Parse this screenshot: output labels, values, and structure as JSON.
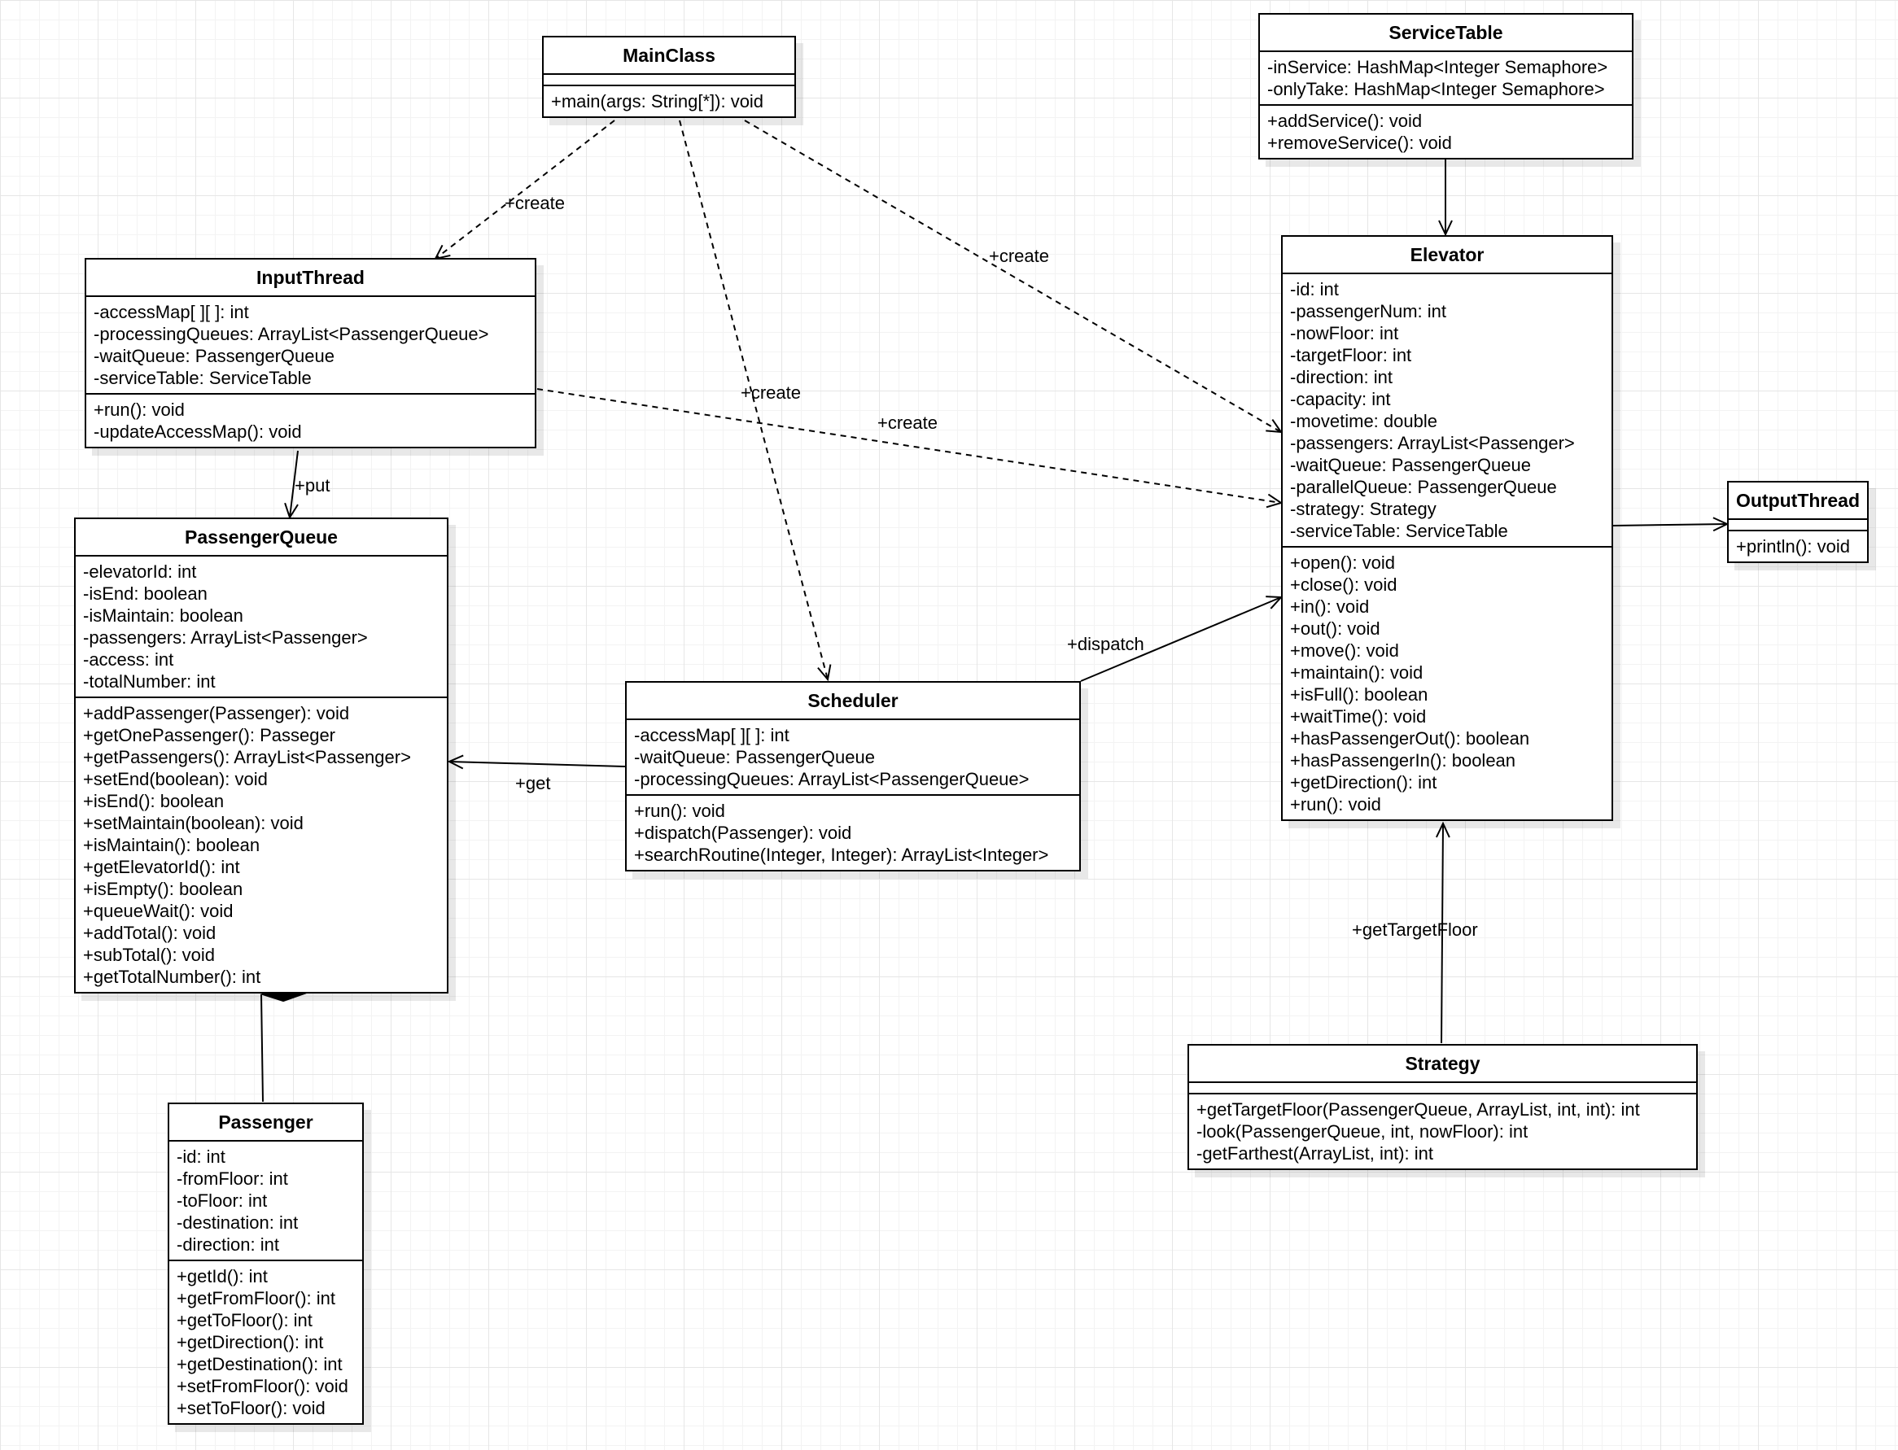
{
  "classes": {
    "MainClass": {
      "name": "MainClass",
      "attributes": [],
      "methods": [
        "+main(args: String[*]): void"
      ]
    },
    "ServiceTable": {
      "name": "ServiceTable",
      "attributes": [
        "-inService: HashMap<Integer Semaphore>",
        "-onlyTake: HashMap<Integer Semaphore>"
      ],
      "methods": [
        "+addService(): void",
        "+removeService(): void"
      ]
    },
    "InputThread": {
      "name": "InputThread",
      "attributes": [
        "-accessMap[ ][ ]: int",
        "-processingQueues: ArrayList<PassengerQueue>",
        "-waitQueue: PassengerQueue",
        "-serviceTable: ServiceTable"
      ],
      "methods": [
        "+run(): void",
        "-updateAccessMap(): void"
      ]
    },
    "Elevator": {
      "name": "Elevator",
      "attributes": [
        "-id: int",
        "-passengerNum: int",
        "-nowFloor: int",
        "-targetFloor: int",
        "-direction: int",
        "-capacity: int",
        "-movetime: double",
        "-passengers: ArrayList<Passenger>",
        "-waitQueue: PassengerQueue",
        "-parallelQueue: PassengerQueue",
        "-strategy: Strategy",
        "-serviceTable: ServiceTable"
      ],
      "methods": [
        "+open(): void",
        "+close(): void",
        "+in(): void",
        "+out(): void",
        "+move(): void",
        "+maintain(): void",
        "+isFull(): boolean",
        "+waitTime(): void",
        "+hasPassengerOut(): boolean",
        "+hasPassengerIn(): boolean",
        "+getDirection(): int",
        "+run(): void"
      ]
    },
    "OutputThread": {
      "name": "OutputThread",
      "attributes": [],
      "methods": [
        "+println(): void"
      ]
    },
    "PassengerQueue": {
      "name": "PassengerQueue",
      "attributes": [
        "-elevatorId: int",
        "-isEnd: boolean",
        "-isMaintain: boolean",
        "-passengers: ArrayList<Passenger>",
        "-access: int",
        "-totalNumber: int"
      ],
      "methods": [
        "+addPassenger(Passenger): void",
        "+getOnePassenger(): Passeger",
        "+getPassengers(): ArrayList<Passenger>",
        "+setEnd(boolean): void",
        "+isEnd(): boolean",
        "+setMaintain(boolean): void",
        "+isMaintain(): boolean",
        "+getElevatorId(): int",
        "+isEmpty(): boolean",
        "+queueWait(): void",
        "+addTotal(): void",
        "+subTotal(): void",
        "+getTotalNumber(): int"
      ]
    },
    "Scheduler": {
      "name": "Scheduler",
      "attributes": [
        "-accessMap[ ][ ]: int",
        "-waitQueue: PassengerQueue",
        "-processingQueues: ArrayList<PassengerQueue>"
      ],
      "methods": [
        "+run(): void",
        "+dispatch(Passenger): void",
        "+searchRoutine(Integer, Integer): ArrayList<Integer>"
      ]
    },
    "Passenger": {
      "name": "Passenger",
      "attributes": [
        "-id: int",
        "-fromFloor: int",
        "-toFloor: int",
        "-destination: int",
        "-direction: int"
      ],
      "methods": [
        "+getId(): int",
        "+getFromFloor(): int",
        "+getToFloor(): int",
        "+getDirection(): int",
        "+getDestination(): int",
        "+setFromFloor(): void",
        "+setToFloor(): void"
      ]
    },
    "Strategy": {
      "name": "Strategy",
      "attributes": [],
      "methods": [
        "+getTargetFloor(PassengerQueue, ArrayList, int, int): int",
        "-look(PassengerQueue, int, nowFloor): int",
        "-getFarthest(ArrayList, int): int"
      ]
    }
  },
  "relations": [
    {
      "from": "MainClass",
      "to": "InputThread",
      "kind": "dependency",
      "label": "+create"
    },
    {
      "from": "MainClass",
      "to": "Scheduler",
      "kind": "dependency",
      "label": "+create"
    },
    {
      "from": "MainClass",
      "to": "Elevator",
      "kind": "dependency",
      "label": "+create"
    },
    {
      "from": "InputThread",
      "to": "Elevator",
      "kind": "dependency",
      "label": "+create"
    },
    {
      "from": "InputThread",
      "to": "PassengerQueue",
      "kind": "association",
      "label": "+put"
    },
    {
      "from": "Scheduler",
      "to": "PassengerQueue",
      "kind": "association",
      "label": "+get"
    },
    {
      "from": "Scheduler",
      "to": "Elevator",
      "kind": "association",
      "label": "+dispatch"
    },
    {
      "from": "Strategy",
      "to": "Elevator",
      "kind": "association",
      "label": "+getTargetFloor"
    },
    {
      "from": "ServiceTable",
      "to": "Elevator",
      "kind": "association",
      "label": ""
    },
    {
      "from": "Elevator",
      "to": "OutputThread",
      "kind": "association",
      "label": ""
    },
    {
      "from": "Passenger",
      "to": "PassengerQueue",
      "kind": "composition",
      "label": ""
    }
  ],
  "colors": {
    "line": "#000000",
    "box": "#ffffff",
    "grid": "#e6e6e6"
  }
}
